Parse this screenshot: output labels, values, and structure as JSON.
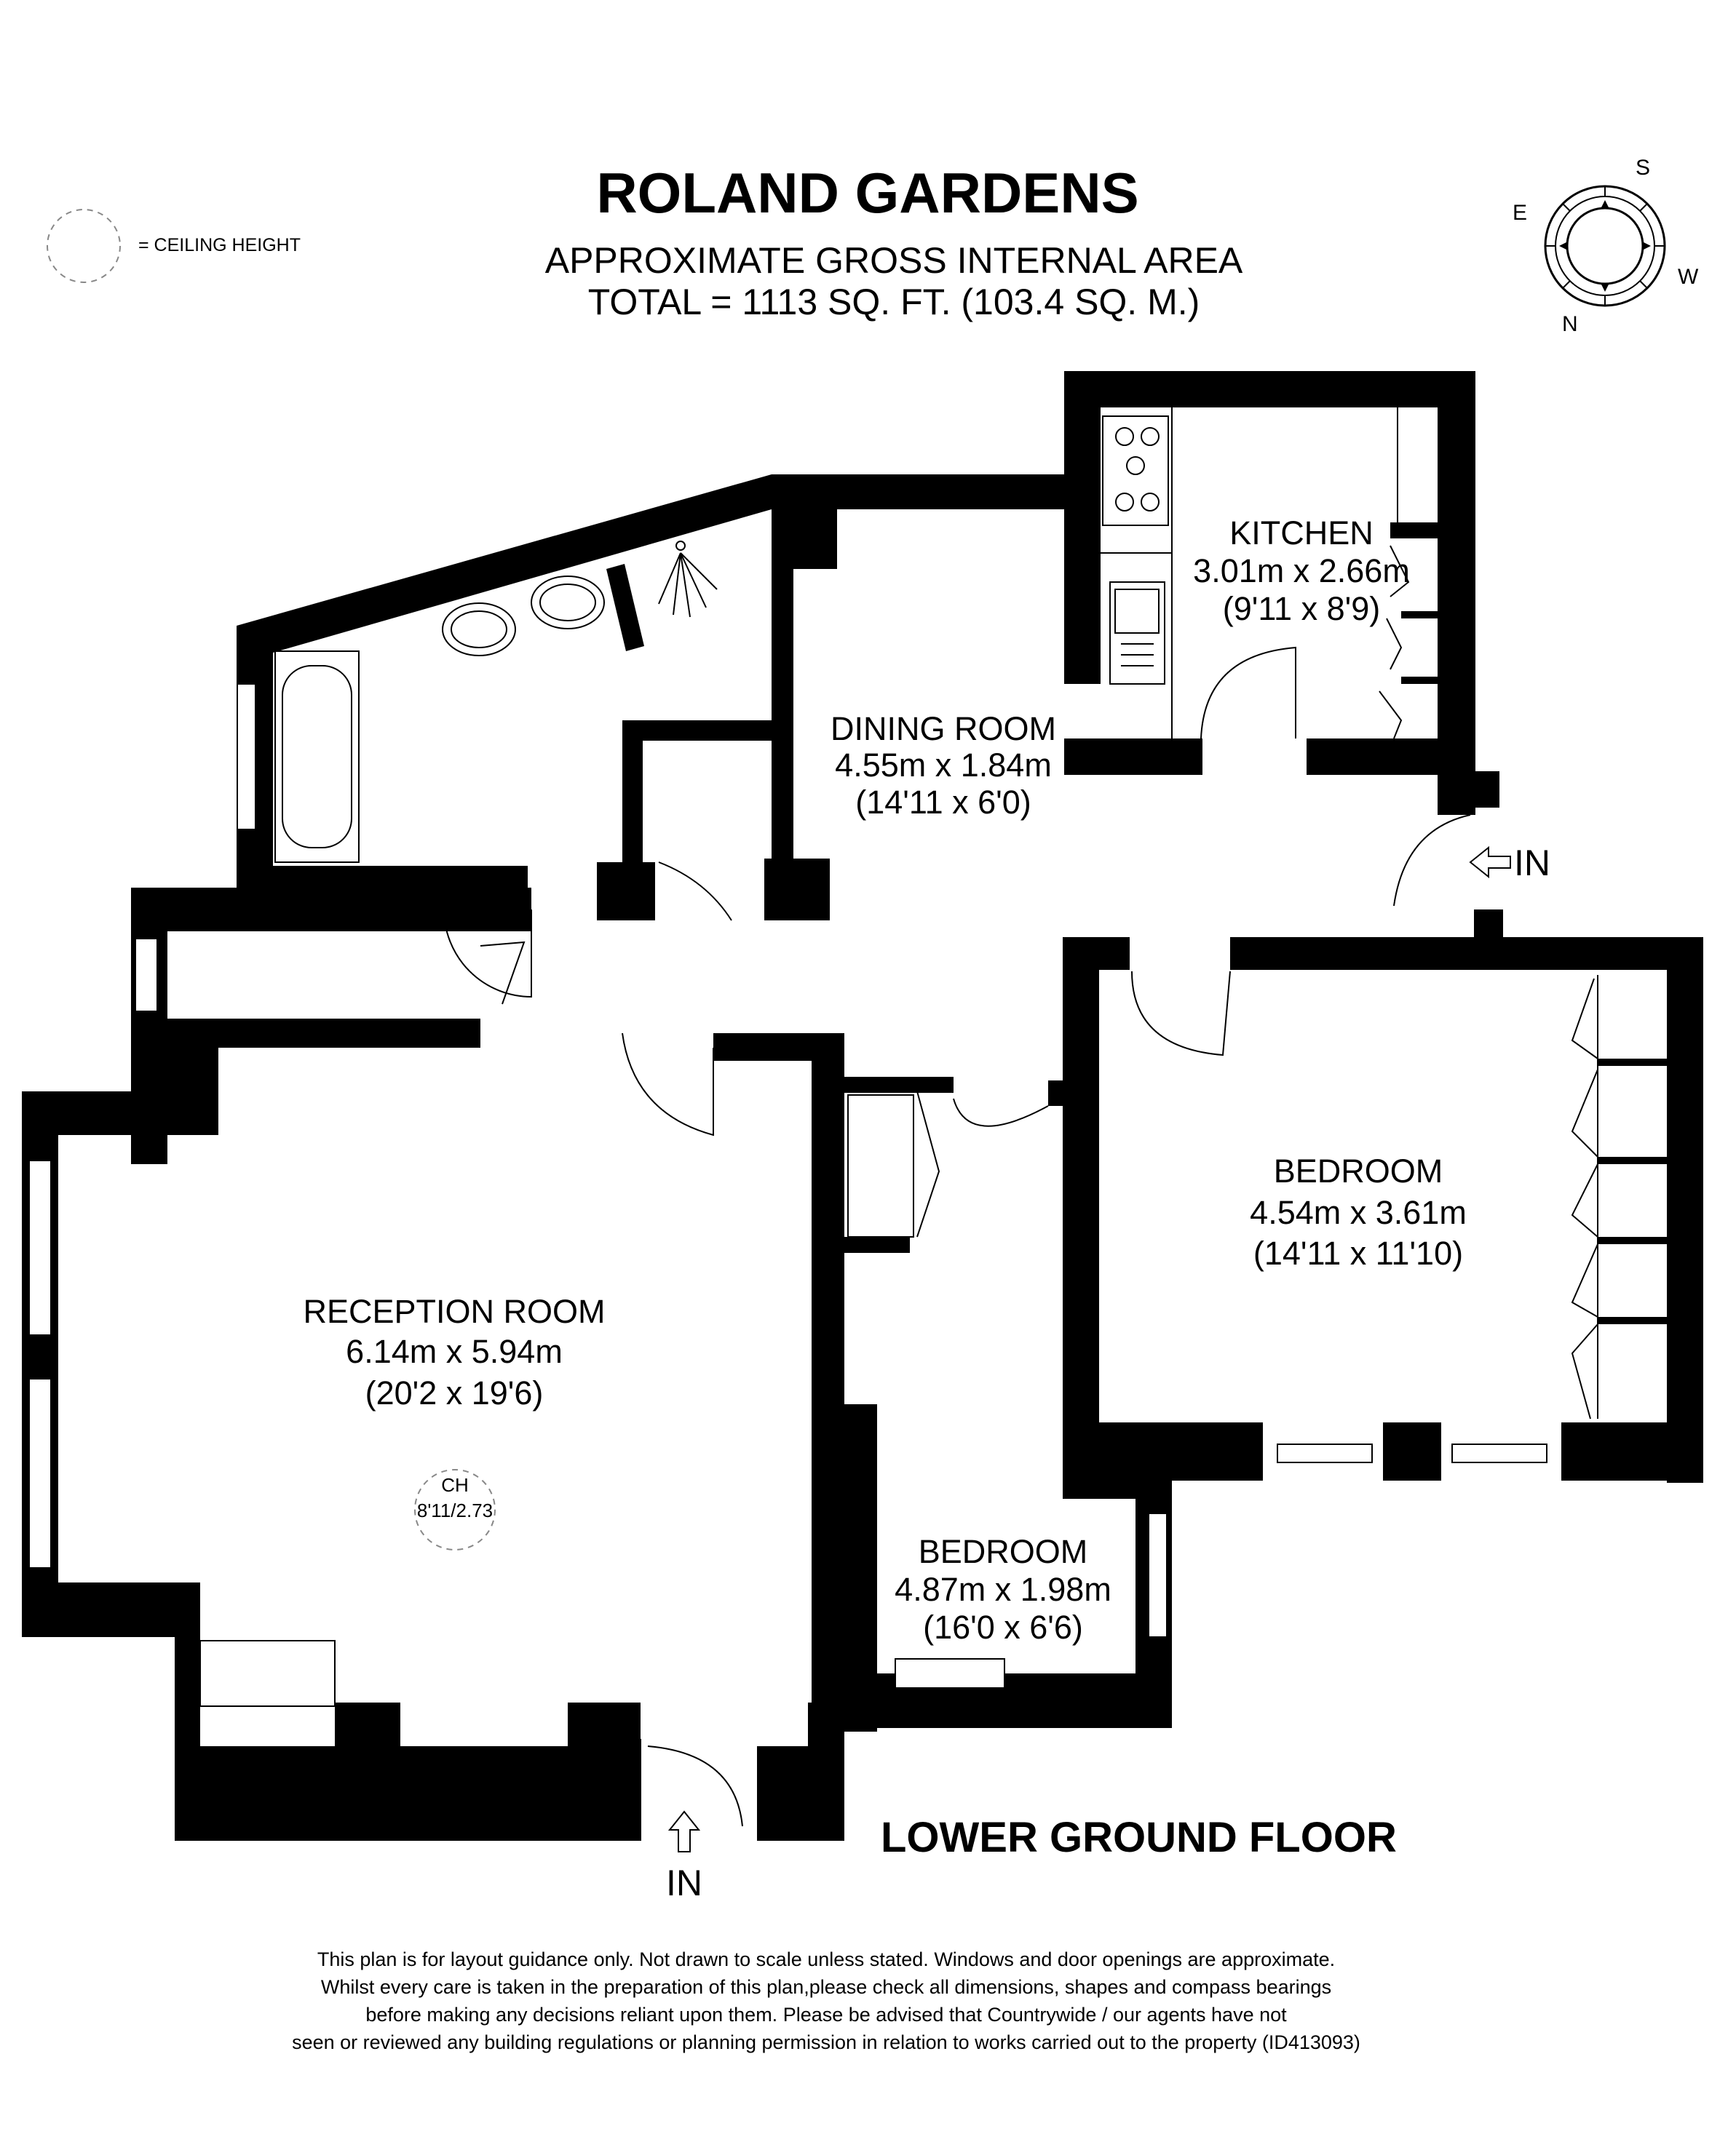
{
  "title": "ROLAND GARDENS",
  "area_line_1": "APPROXIMATE GROSS INTERNAL AREA",
  "area_line_2": "TOTAL = 1113 SQ. FT. (103.4 SQ. M.)",
  "legend": {
    "label": "= CEILING HEIGHT"
  },
  "compass": {
    "north": "N",
    "south": "S",
    "east": "E",
    "west": "W"
  },
  "rooms": {
    "kitchen": {
      "name": "KITCHEN",
      "metric": "3.01m x 2.66m",
      "imperial": "(9'11 x 8'9)"
    },
    "dining_room": {
      "name": "DINING ROOM",
      "metric": "4.55m x 1.84m",
      "imperial": "(14'11 x 6'0)"
    },
    "bedroom_main": {
      "name": "BEDROOM",
      "metric": "4.54m x 3.61m",
      "imperial": "(14'11 x 11'10)"
    },
    "reception_room": {
      "name": "RECEPTION ROOM",
      "metric": "6.14m x 5.94m",
      "imperial": "(20'2 x 19'6)"
    },
    "bedroom_small": {
      "name": "BEDROOM",
      "metric": "4.87m x 1.98m",
      "imperial": "(16'0 x 6'6)"
    }
  },
  "ceiling_height": {
    "label": "CH",
    "value": "8'11/2.73"
  },
  "entrances": {
    "side": "IN",
    "front": "IN"
  },
  "floor_label": "LOWER GROUND FLOOR",
  "disclaimer": [
    "This plan is for layout guidance only. Not drawn to scale unless stated. Windows and door openings are approximate.",
    "Whilst every care is taken in the preparation of this plan,please check all dimensions, shapes and compass bearings",
    "before making any decisions reliant upon them. Please be advised that Countrywide / our agents have not",
    "seen or reviewed any building regulations or planning permission  in relation to works carried out to the property (ID413093)"
  ]
}
